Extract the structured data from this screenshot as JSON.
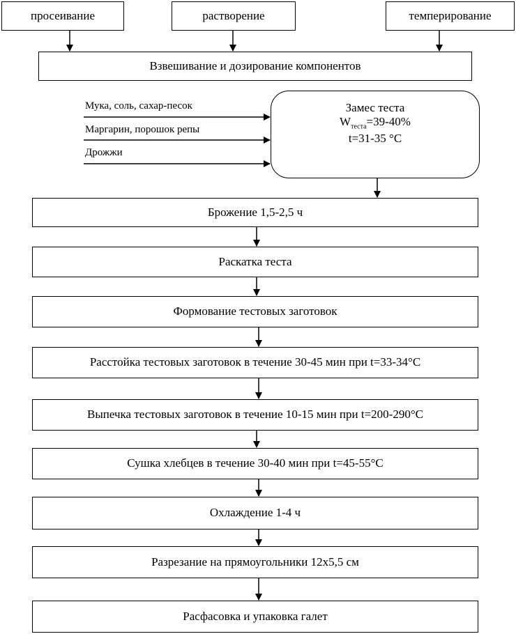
{
  "top_steps": {
    "sifting": "просеивание",
    "dissolving": "растворение",
    "tempering": "темперирование"
  },
  "weighing": "Взвешивание и дозирование компонентов",
  "inputs": {
    "flour_salt_sugar": "Мука, соль, сахар-песок",
    "margarine_beet": "Маргарин, порошок репы",
    "yeast": "Дрожжи"
  },
  "mixing": {
    "title": "Замес теста",
    "moisture_symbol": "W",
    "moisture_subscript": "теста",
    "moisture_value": "=39-40%",
    "temperature": "t=31-35 °С"
  },
  "steps": {
    "fermentation": "Брожение 1,5-2,5 ч",
    "rolling": "Раскатка теста",
    "forming": "Формование тестовых заготовок",
    "proofing": "Расстойка тестовых заготовок в течение 30-45 мин при t=33-34°С",
    "baking": "Выпечка тестовых заготовок в течение 10-15 мин при t=200-290°С",
    "drying": "Сушка хлебцев в течение 30-40 мин при t=45-55°С",
    "cooling": "Охлаждение 1-4 ч",
    "cutting": "Разрезание на прямоугольники 12х5,5 см",
    "packing": "Расфасовка и упаковка галет"
  }
}
